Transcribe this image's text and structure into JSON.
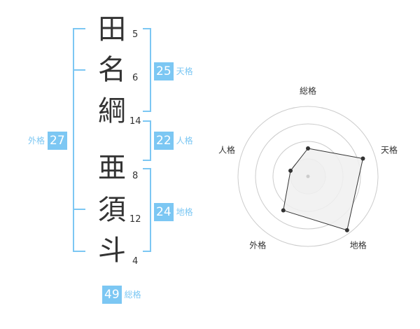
{
  "name_chars": [
    {
      "char": "田",
      "strokes": "5"
    },
    {
      "char": "名",
      "strokes": "6"
    },
    {
      "char": "綱",
      "strokes": "14"
    },
    {
      "char": "亜",
      "strokes": "8"
    },
    {
      "char": "須",
      "strokes": "12"
    },
    {
      "char": "斗",
      "strokes": "4"
    }
  ],
  "fortune": {
    "tenkaku": {
      "value": "25",
      "label": "天格"
    },
    "jinkaku": {
      "value": "22",
      "label": "人格"
    },
    "chikaku": {
      "value": "24",
      "label": "地格"
    },
    "gaikaku": {
      "value": "27",
      "label": "外格"
    },
    "soukaku": {
      "value": "49",
      "label": "総格"
    }
  },
  "colors": {
    "accent": "#7cc7f3",
    "text": "#333333",
    "grid": "#cccccc"
  },
  "chart_data": {
    "type": "radar",
    "axes": [
      "総格",
      "天格",
      "地格",
      "外格",
      "人格"
    ],
    "levels": 4,
    "max": 4,
    "values": [
      1.6,
      3.3,
      3.8,
      2.4,
      1.05
    ]
  }
}
